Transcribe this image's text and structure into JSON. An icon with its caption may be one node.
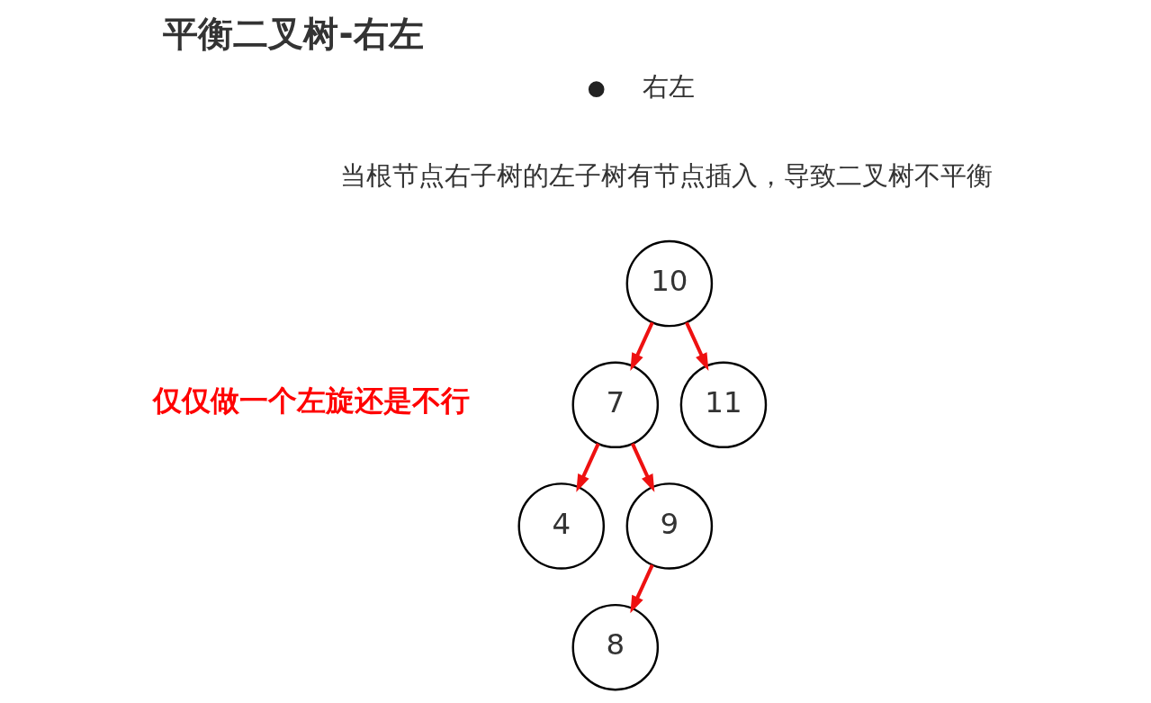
{
  "diagram": {
    "title": "平衡二叉树-右左",
    "nodes": [
      {
        "text": [
          "10"
        ]
      },
      {
        "text": [
          "7"
        ]
      },
      {
        "text": [
          "11"
        ]
      },
      {
        "text": [
          "4"
        ]
      },
      {
        "text": [
          "9"
        ]
      },
      {
        "text": [
          "8"
        ]
      }
    ],
    "edges": [
      {
        "from": 0,
        "to": 1,
        "arrow": "to"
      },
      {
        "from": 0,
        "to": 2,
        "arrow": "to"
      },
      {
        "from": 1,
        "to": 3,
        "arrow": "to"
      },
      {
        "from": 1,
        "to": 4,
        "arrow": "to"
      },
      {
        "from": 4,
        "to": 5,
        "arrow": "to"
      }
    ],
    "labels": [
      "右左",
      "当根节点右子树的左子树有节点插入，导致二叉树不平衡",
      "仅仅做一个左旋还是不行"
    ]
  }
}
